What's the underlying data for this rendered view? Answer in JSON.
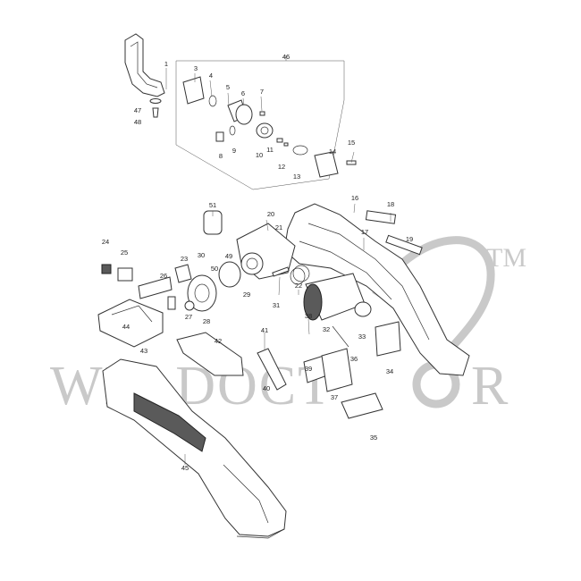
{
  "diagram": {
    "watermark": {
      "text": "WELDOCT",
      "tail": "R",
      "trademark": "TM"
    },
    "callouts": [
      "1",
      "3",
      "4",
      "5",
      "6",
      "7",
      "8",
      "9",
      "10",
      "11",
      "12",
      "13",
      "14",
      "15",
      "16",
      "17",
      "18",
      "19",
      "20",
      "21",
      "22",
      "23",
      "24",
      "25",
      "26",
      "27",
      "28",
      "29",
      "30",
      "31",
      "32",
      "33",
      "34",
      "35",
      "36",
      "37",
      "38",
      "39",
      "40",
      "41",
      "42",
      "43",
      "44",
      "45",
      "46",
      "47",
      "48",
      "49",
      "50",
      "51"
    ]
  },
  "colors": {
    "line": "#333333",
    "watermark": "#c9c9c9",
    "background": "#ffffff"
  }
}
